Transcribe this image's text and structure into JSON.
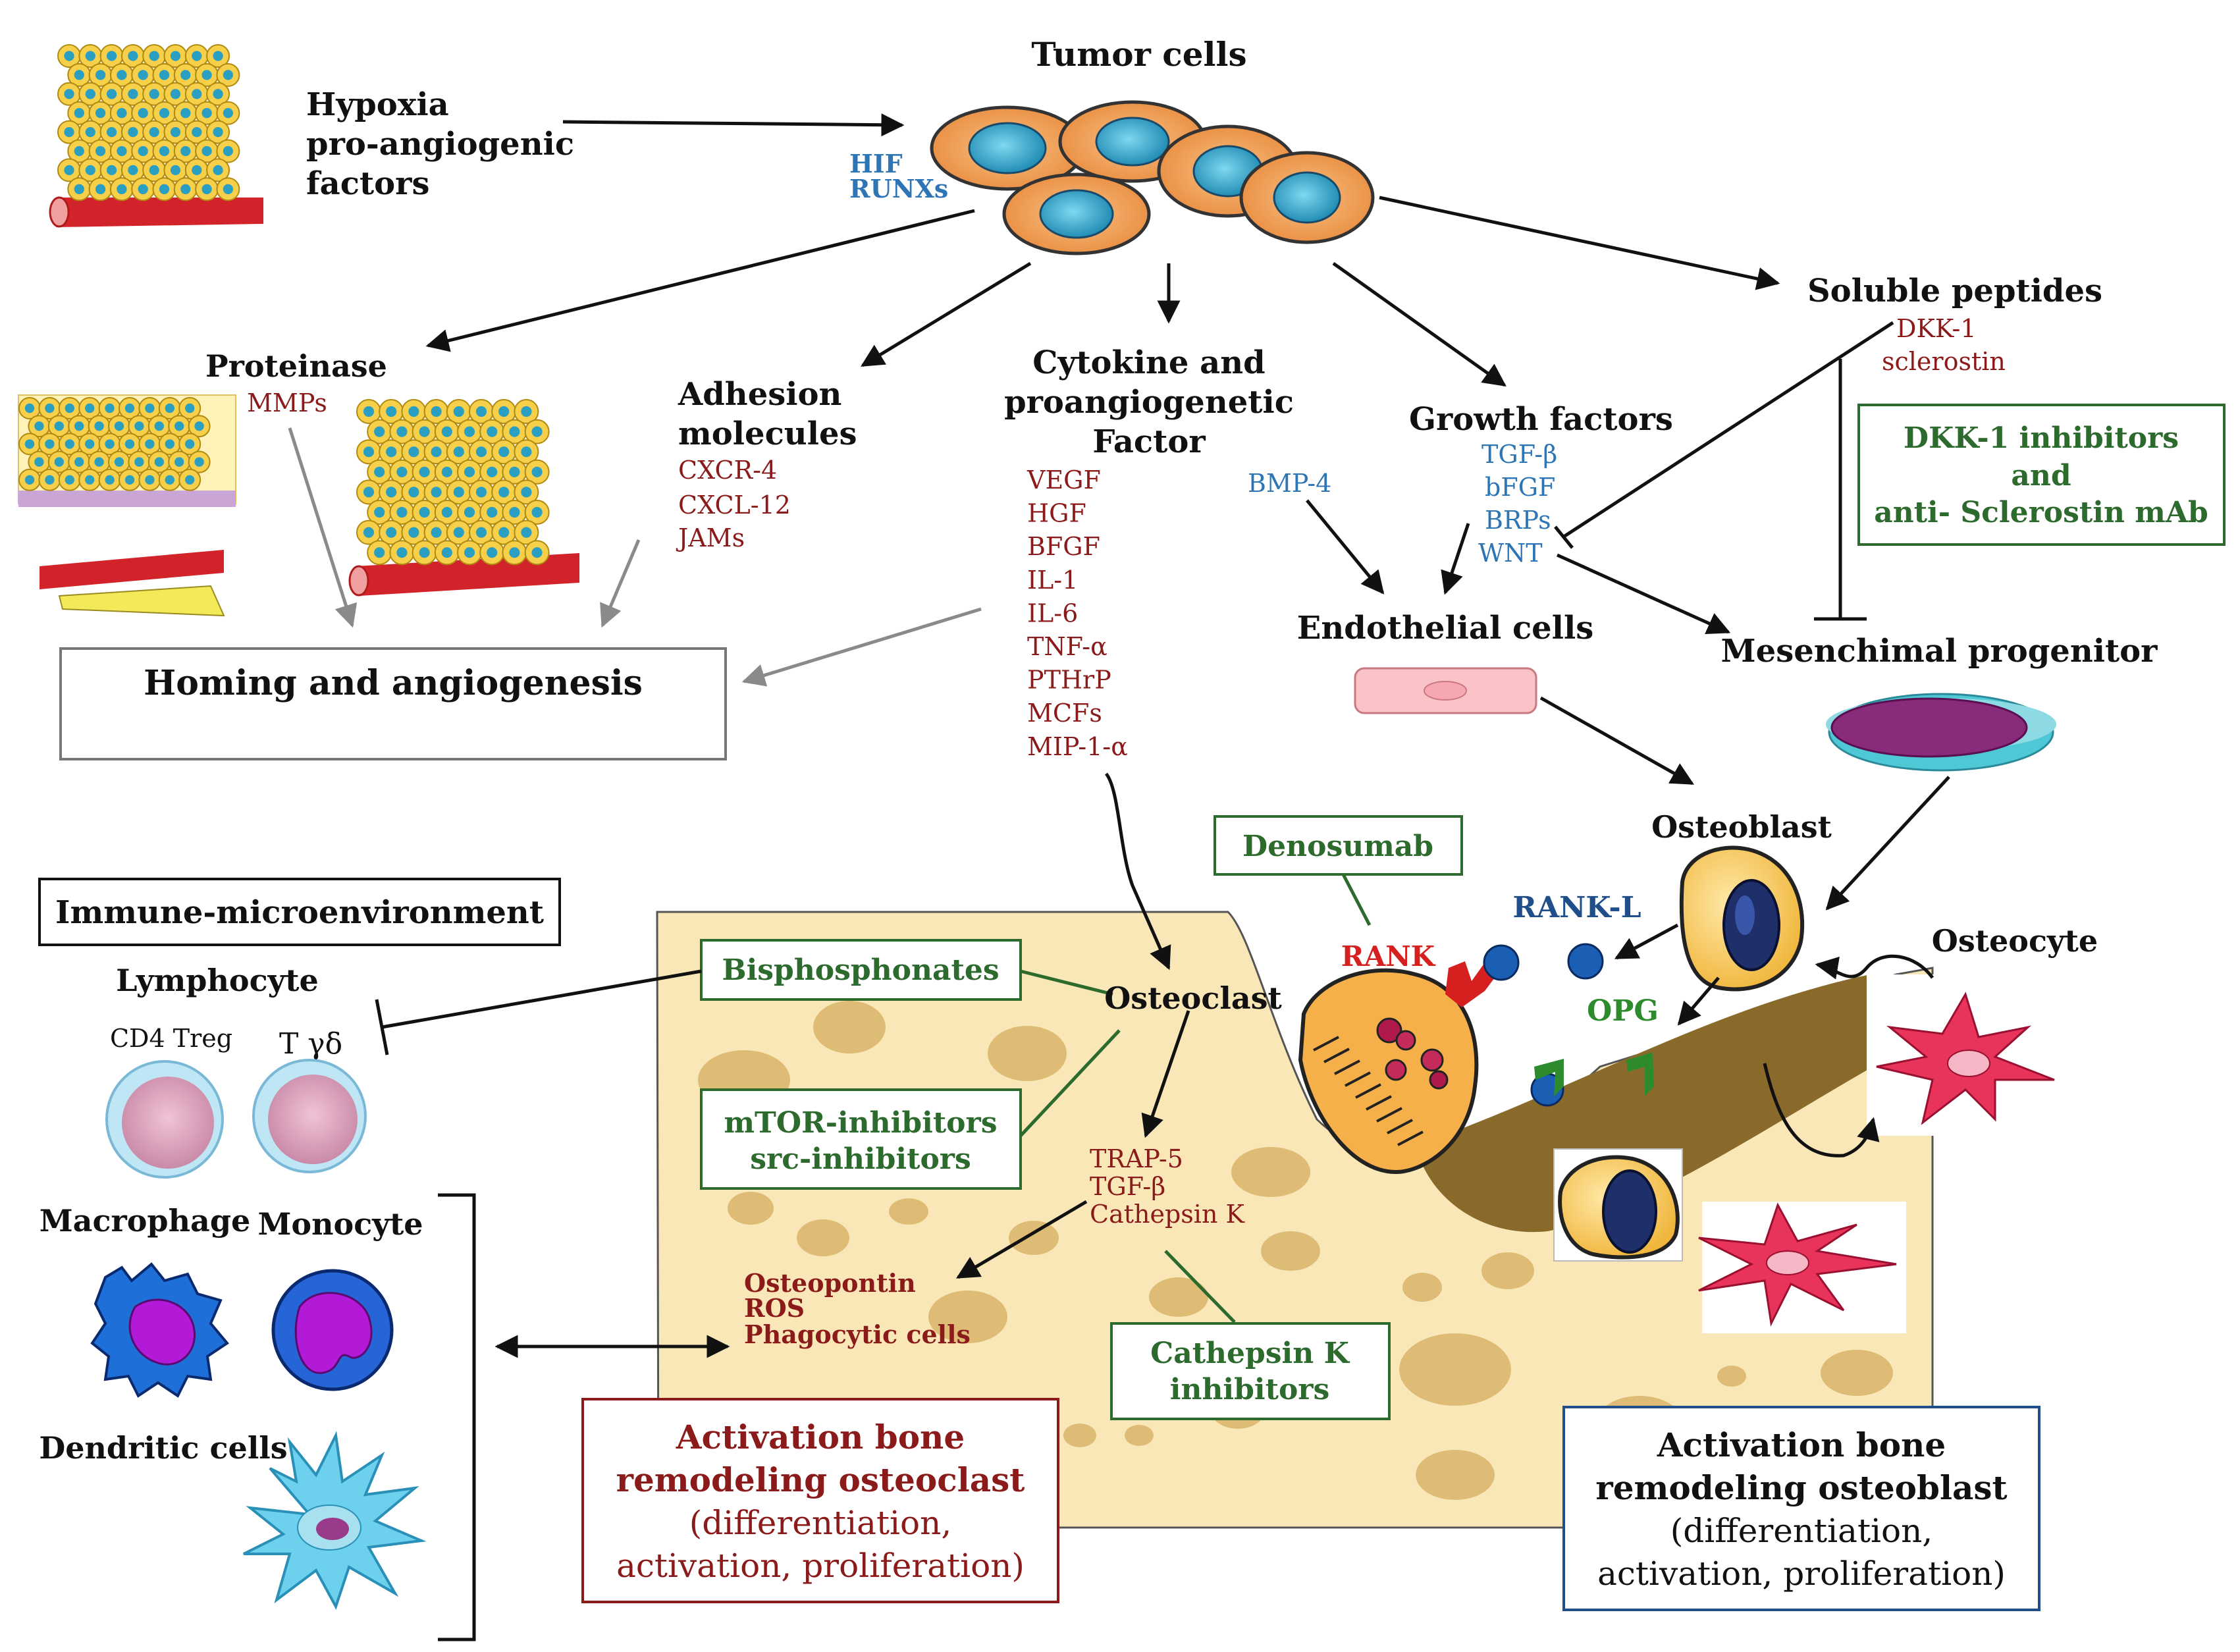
{
  "colors": {
    "blue_text": "#2e75b6",
    "dark_red_text": "#8b1a1a",
    "green_text": "#2d6a2d",
    "rank_red": "#d62020",
    "black": "#111111",
    "grey_arrow": "#8a8a8a",
    "bone_fill": "#f9e7b8",
    "bone_spot": "#c8a05a",
    "osteoid": "#8a6a2a",
    "tumor_cell": "#f2a050",
    "tumor_nucleus": "#2a9fc2"
  },
  "tumor": {
    "title": "Tumor cells",
    "hif": "HIF",
    "runx": "RUNXs"
  },
  "hypoxia": {
    "line1": "Hypoxia",
    "line2": "pro-angiogenic",
    "line3": "factors"
  },
  "proteinase": {
    "title": "Proteinase",
    "item": "MMPs"
  },
  "adhesion": {
    "line1": "Adhesion",
    "line2": "molecules",
    "items": [
      "CXCR-4",
      "CXCL-12",
      "JAMs"
    ]
  },
  "cytokine": {
    "line1": "Cytokine and",
    "line2": "proangiogenetic",
    "line3": "Factor",
    "items": [
      "VEGF",
      "HGF",
      "BFGF",
      "IL-1",
      "IL-6",
      "TNF-α",
      "PTHrP",
      "MCFs",
      "MIP-1-α"
    ]
  },
  "bmp4": "BMP-4",
  "growth": {
    "title": "Growth factors",
    "items": [
      "TGF-β",
      "bFGF",
      "BRPs",
      "WNT"
    ]
  },
  "soluble": {
    "title": "Soluble peptides",
    "items": [
      "DKK-1",
      "sclerostin"
    ]
  },
  "dkk_box": {
    "line1": "DKK-1 inhibitors",
    "line2": "and",
    "line3": "anti- Sclerostin mAb"
  },
  "homing": "Homing and angiogenesis",
  "endothelial": "Endothelial cells",
  "mesenchymal": "Mesenchimal progenitor",
  "osteoblast": "Osteoblast",
  "osteocyte": "Osteocyte",
  "denosumab": "Denosumab",
  "rankl": "RANK-L",
  "rank": "RANK",
  "opg": "OPG",
  "osteoclast": "Osteoclast",
  "bisphosphonates": "Bisphosphonates",
  "mtor": {
    "line1": "mTOR-inhibitors",
    "line2": "src-inhibitors"
  },
  "osteoclast_products": [
    "TRAP-5",
    "TGF-β",
    "Cathepsin K"
  ],
  "phago": [
    "Osteopontin",
    "ROS",
    "Phagocytic cells"
  ],
  "cathepsin_box": {
    "line1": "Cathepsin K",
    "line2": "inhibitors"
  },
  "immune": {
    "title": "Immune-microenvironment",
    "lymphocyte": "Lymphocyte",
    "cd4": "CD4 Treg",
    "tgd": "T γδ",
    "macrophage": "Macrophage",
    "monocyte": "Monocyte",
    "dendritic": "Dendritic cells"
  },
  "oc_activation": {
    "line1": "Activation bone",
    "line2": "remodeling osteoclast",
    "line3": "(differentiation,",
    "line4": "activation, proliferation)"
  },
  "ob_activation": {
    "line1": "Activation bone",
    "line2": "remodeling osteoblast",
    "line3": "(differentiation,",
    "line4": "activation, proliferation)"
  }
}
